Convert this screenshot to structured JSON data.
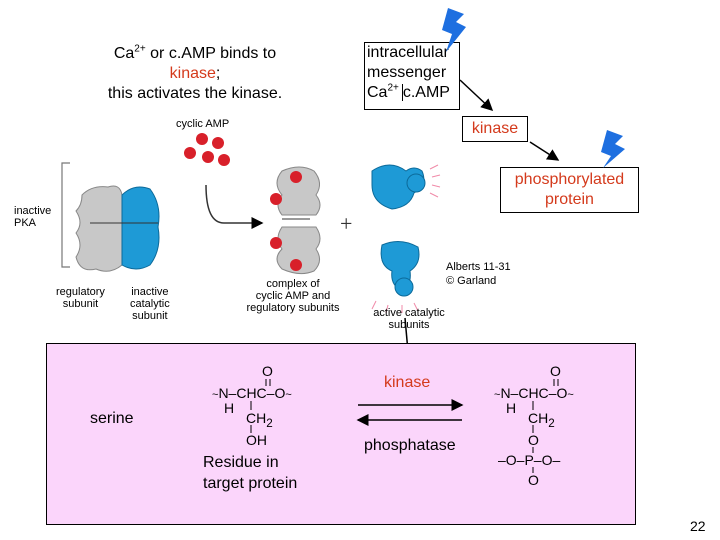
{
  "intro": {
    "line1_prefix": "Ca",
    "line1_sup": "2+",
    "line1_suffix": " or c.AMP binds to",
    "line2_red": "kinase",
    "line2_rest": ";",
    "line3": "this activates the kinase."
  },
  "messenger_box": {
    "line1": "intracellular",
    "line2": "messenger",
    "line3_a": "Ca",
    "line3_sup": "2+",
    "line3_b": "c.AMP"
  },
  "kinase_box": "kinase",
  "phosphorylated_box": {
    "line1": "phosphorylated",
    "line2": "protein"
  },
  "figure": {
    "cyclic_amp": "cyclic AMP",
    "inactive_pka": [
      "inactive",
      "PKA"
    ],
    "regulatory": [
      "regulatory",
      "subunit"
    ],
    "inactive_catalytic": [
      "inactive",
      "catalytic",
      "subunit"
    ],
    "complex": [
      "complex of",
      "cyclic AMP and",
      "regulatory subunits"
    ],
    "active_catalytic": [
      "active catalytic",
      "subunits"
    ],
    "plus": "+"
  },
  "credit": {
    "line1": "Alberts 11-31",
    "line2": "© Garland"
  },
  "reaction": {
    "serine": "serine",
    "residue": [
      "Residue in",
      "target protein"
    ],
    "kinase": "kinase",
    "phosphatase": "phosphatase",
    "left_molecule": {
      "o_top": "O",
      "chain": "N–CHC–O",
      "h": "H",
      "ch2": "CH",
      "ch2_sub": "2",
      "oh": "OH"
    },
    "right_molecule": {
      "o_top": "O",
      "chain": "N–CHC–O",
      "h": "H",
      "ch2": "CH",
      "ch2_sub": "2",
      "o_mid": "O",
      "po": "–O–P–O–",
      "o_bot": "O"
    }
  },
  "page_number": "22",
  "colors": {
    "red_text": "#d43a1c",
    "pink_panel": "#fbd5fb",
    "blue_subunit": "#1e9ad6",
    "grey_subunit": "#c8c8c8",
    "camp_red": "#d8202a",
    "bolt_blue": "#1e6fe0"
  }
}
